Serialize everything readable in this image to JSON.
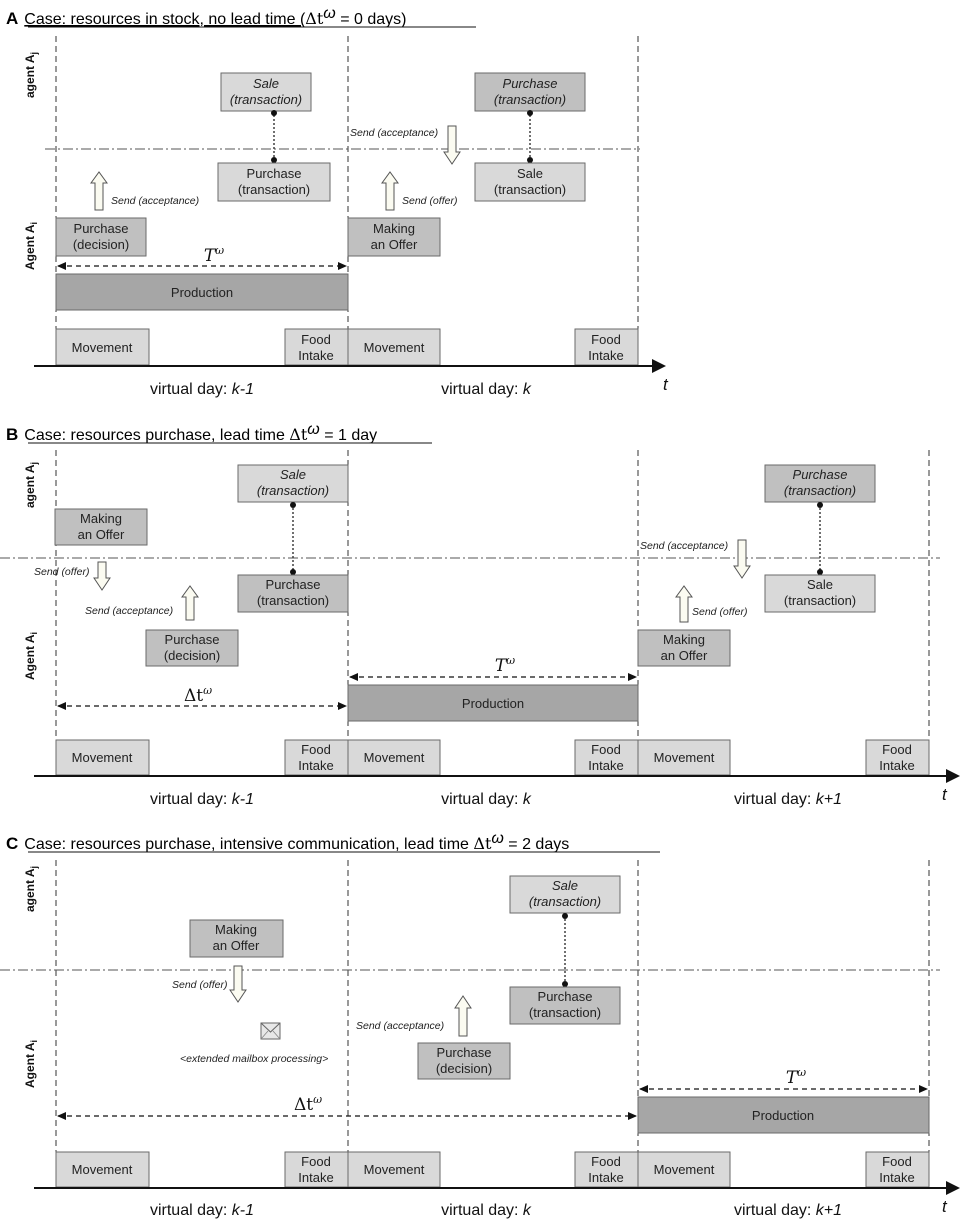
{
  "panels": {
    "A": {
      "letter": "A",
      "title": "Case: resources in stock, no lead time (",
      "title_delta": "Δt",
      "title_omega": "ω",
      "title_tail": " = 0 days)",
      "sale": [
        "Sale",
        "(transaction)"
      ],
      "purchase_tx": [
        "Purchase",
        "(transaction)"
      ],
      "purchase_dec": [
        "Purchase",
        "(decision)"
      ],
      "send_acceptance_1": "Send (acceptance)",
      "send_acceptance_2": "Send (acceptance)",
      "making_offer": [
        "Making",
        "an Offer"
      ],
      "send_offer": "Send (offer)",
      "purchase_tx_2": [
        "Purchase",
        "(transaction)"
      ],
      "sale_2": [
        "Sale",
        "(transaction)"
      ],
      "T_label": "T",
      "production": "Production",
      "movement_1": "Movement",
      "food_1": [
        "Food",
        "Intake"
      ],
      "movement_2": "Movement",
      "food_2": [
        "Food",
        "Intake"
      ],
      "day_1_prefix": "virtual day: ",
      "day_1_it": "k-1",
      "day_2_prefix": "virtual day: ",
      "day_2_it": "k",
      "t_axis": "t"
    },
    "B": {
      "letter": "B",
      "title": "Case: resources purchase, lead time ",
      "title_delta": "Δt",
      "title_omega": "ω",
      "title_tail": " = 1 day",
      "making_offer": [
        "Making",
        "an Offer"
      ],
      "send_offer": "Send (offer)",
      "send_acceptance": "Send (acceptance)",
      "purchase_dec": [
        "Purchase",
        "(decision)"
      ],
      "sale": [
        "Sale",
        "(transaction)"
      ],
      "purchase_tx": [
        "Purchase",
        "(transaction)"
      ],
      "delta_label": "Δt",
      "T_label": "T",
      "production": "Production",
      "send_acceptance_2": "Send (acceptance)",
      "send_offer_2": "Send (offer)",
      "making_offer_2": [
        "Making",
        "an Offer"
      ],
      "purchase_tx_2": [
        "Purchase",
        "(transaction)"
      ],
      "sale_2": [
        "Sale",
        "(transaction)"
      ],
      "movement_1": "Movement",
      "food_1": [
        "Food",
        "Intake"
      ],
      "movement_2": "Movement",
      "food_2": [
        "Food",
        "Intake"
      ],
      "movement_3": "Movement",
      "food_3": [
        "Food",
        "Intake"
      ],
      "day_1_prefix": "virtual day: ",
      "day_1_it": "k-1",
      "day_2_prefix": "virtual day: ",
      "day_2_it": "k",
      "day_3_prefix": "virtual day: ",
      "day_3_it": "k+1",
      "t_axis": "t"
    },
    "C": {
      "letter": "C",
      "title": "Case: resources purchase, intensive communication, lead time ",
      "title_delta": "Δt",
      "title_omega": "ω",
      "title_tail": " = 2 days",
      "making_offer": [
        "Making",
        "an Offer"
      ],
      "send_offer": "Send (offer)",
      "mailbox": "<extended mailbox processing>",
      "send_acceptance": "Send (acceptance)",
      "purchase_dec": [
        "Purchase",
        "(decision)"
      ],
      "sale": [
        "Sale",
        "(transaction)"
      ],
      "purchase_tx": [
        "Purchase",
        "(transaction)"
      ],
      "delta_label": "Δt",
      "T_label": "T",
      "production": "Production",
      "movement_1": "Movement",
      "food_1": [
        "Food",
        "Intake"
      ],
      "movement_2": "Movement",
      "food_2": [
        "Food",
        "Intake"
      ],
      "movement_3": "Movement",
      "food_3": [
        "Food",
        "Intake"
      ],
      "day_1_prefix": "virtual day: ",
      "day_1_it": "k-1",
      "day_2_prefix": "virtual day: ",
      "day_2_it": "k",
      "day_3_prefix": "virtual day: ",
      "day_3_it": "k+1",
      "t_axis": "t"
    }
  },
  "row_labels": {
    "agent_j": "agent A",
    "agent_j_sub": "j",
    "agent_i": "Agent A",
    "agent_i_sub": "i"
  },
  "colors": {
    "light_box": "#d9d9d9",
    "mid_box": "#c0c0c0",
    "dark_box": "#a6a6a6"
  }
}
